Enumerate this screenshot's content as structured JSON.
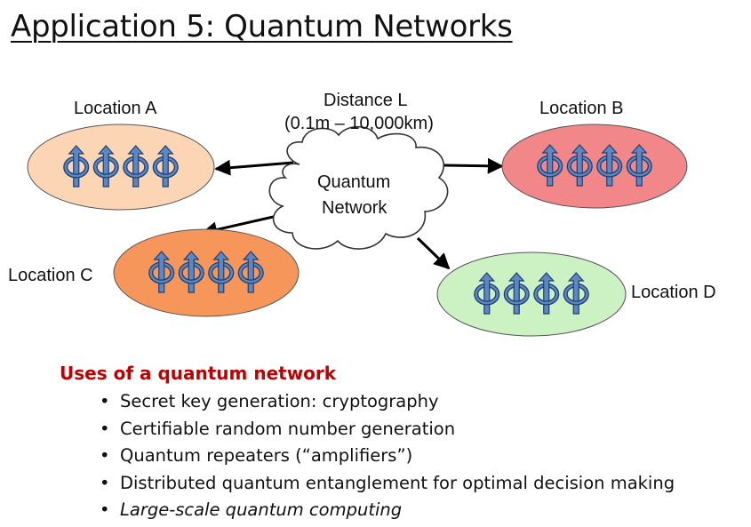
{
  "title": "Application 5: Quantum Networks",
  "distance": {
    "line1": "Distance L",
    "line2": "(0.1m – 10,000km)"
  },
  "network": {
    "line1": "Quantum",
    "line2": "Network"
  },
  "locations": [
    {
      "id": "a",
      "label": "Location A",
      "fill": "#fcd5b5",
      "qubits": 4
    },
    {
      "id": "b",
      "label": "Location B",
      "fill": "#f2878a",
      "qubits": 4
    },
    {
      "id": "c",
      "label": "Location C",
      "fill": "#f7965a",
      "qubits": 4
    },
    {
      "id": "d",
      "label": "Location D",
      "fill": "#ccf2c4",
      "qubits": 4
    }
  ],
  "uses": {
    "heading": "Uses of a quantum network",
    "bullet": "•",
    "items": [
      "Secret key generation: cryptography",
      "Certifiable random number generation",
      "Quantum repeaters (“amplifiers”)",
      "Distributed quantum entanglement for optimal decision making",
      "Large-scale quantum computing"
    ]
  },
  "colors": {
    "heading": "#c00000",
    "qubit_fill": "#5b87c5",
    "qubit_stroke": "#1f3f6e"
  }
}
